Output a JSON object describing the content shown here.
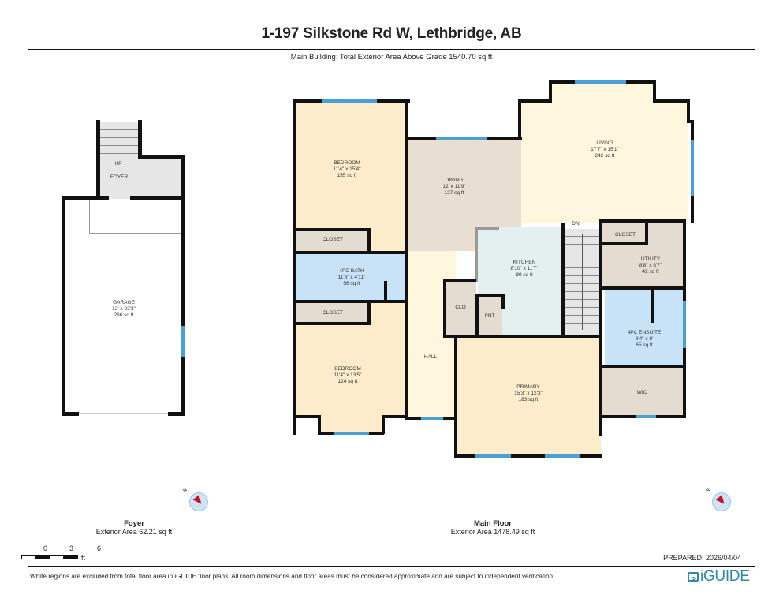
{
  "header": {
    "title": "1-197 Silkstone Rd W, Lethbridge, AB",
    "subtitle": "Main Building: Total Exterior Area Above Grade 1540.70 sq ft"
  },
  "colors": {
    "bedroom": "#fdeccb",
    "living": "#fef7dd",
    "dining": "#e8dfd2",
    "bath": "#c8e3f7",
    "kitchen": "#e4f0f0",
    "storage": "#e4dbd1",
    "foyer": "#e6e6e6",
    "window": "#4a9fd3",
    "wall": "#111111",
    "brand": "#2f8aa8"
  },
  "foyer_plan": {
    "rooms": [
      {
        "name": "UP",
        "dims": "",
        "area": ""
      },
      {
        "name": "FOYER",
        "dims": "",
        "area": ""
      },
      {
        "name": "GARAGE",
        "dims": "12' x 22'3\"",
        "area": "266 sq ft"
      }
    ],
    "caption": {
      "title": "Foyer",
      "area": "Exterior Area 62.21 sq ft"
    }
  },
  "main_plan": {
    "rooms": [
      {
        "name": "BEDROOM",
        "dims": "11'4\" x 15'4\"",
        "area": "155 sq ft"
      },
      {
        "name": "CLOSET",
        "dims": "",
        "area": ""
      },
      {
        "name": "4PC BATH",
        "dims": "11'6\" x 4'11\"",
        "area": "56 sq ft"
      },
      {
        "name": "CLOSET",
        "dims": "",
        "area": ""
      },
      {
        "name": "BEDROOM",
        "dims": "11'4\" x 13'5\"",
        "area": "124 sq ft"
      },
      {
        "name": "DINING",
        "dims": "12' x 11'9\"",
        "area": "127 sq ft"
      },
      {
        "name": "LIVING",
        "dims": "17'7\" x 15'1\"",
        "area": "242 sq ft"
      },
      {
        "name": "KITCHEN",
        "dims": "8'10\" x 11'7\"",
        "area": "89 sq ft"
      },
      {
        "name": "CLO",
        "dims": "",
        "area": ""
      },
      {
        "name": "PNT",
        "dims": "",
        "area": ""
      },
      {
        "name": "HALL",
        "dims": "",
        "area": ""
      },
      {
        "name": "PRIMARY",
        "dims": "15'3\" x 12'3\"",
        "area": "183 sq ft"
      },
      {
        "name": "CLOSET",
        "dims": "",
        "area": ""
      },
      {
        "name": "UTILITY",
        "dims": "8'8\" x 8'7\"",
        "area": "42 sq ft"
      },
      {
        "name": "4PC ENSUITE",
        "dims": "8'4\" x 8'",
        "area": "65 sq ft"
      },
      {
        "name": "WIC",
        "dims": "",
        "area": ""
      },
      {
        "name": "DN",
        "dims": "",
        "area": ""
      }
    ],
    "caption": {
      "title": "Main Floor",
      "area": "Exterior Area 1478.49 sq ft"
    }
  },
  "compass": {
    "label": "N"
  },
  "scale": {
    "ticks": [
      "0",
      "3",
      "6"
    ],
    "unit": "ft"
  },
  "prepared": "PREPARED: 2026/04/04",
  "footer": {
    "disclaimer": "White regions are excluded from total floor area in iGUIDE floor plans. All room dimensions and floor areas must be considered approximate and are subject to independent verification.",
    "brand": "iGUIDE"
  }
}
